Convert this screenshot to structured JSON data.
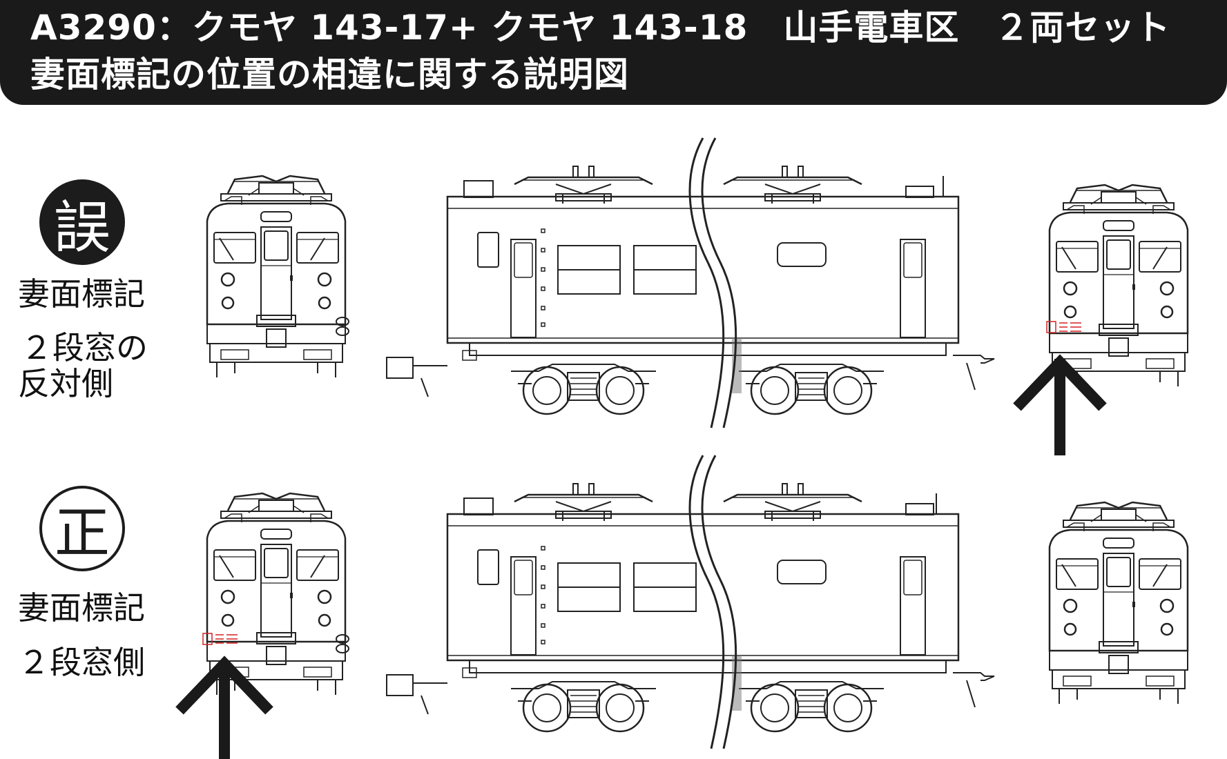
{
  "header": {
    "line1": "A3290：クモヤ 143-17+ クモヤ 143-18　山手電車区　２両セット",
    "line2": "妻面標記の位置の相違に関する説明図"
  },
  "incorrect": {
    "badge": "誤",
    "label1": "妻面標記",
    "label2": "２段窓の",
    "label3": "反対側"
  },
  "correct": {
    "badge": "正",
    "label1": "妻面標記",
    "label2": "２段窓側"
  },
  "colors": {
    "header_bg": "#1a1a1a",
    "line": "#222222",
    "marking_red": "#d42020",
    "arrow": "#1a1a1a"
  }
}
